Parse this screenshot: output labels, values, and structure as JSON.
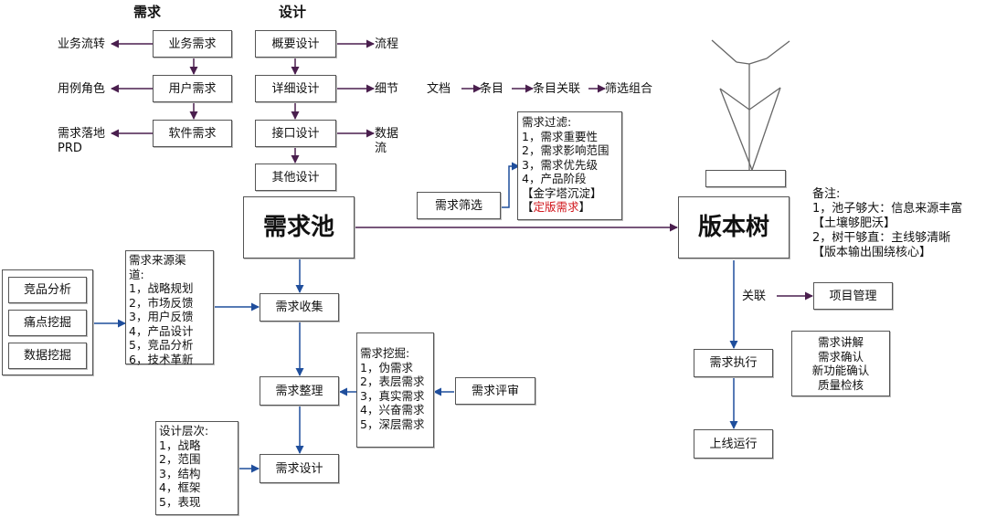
{
  "colors": {
    "arrow_blue": "#1f4e9c",
    "arrow_purple": "#4a1f4e",
    "highlight_red": "#d0141a"
  },
  "headers": {
    "demand": "需求",
    "design": "设计"
  },
  "demand_boxes": {
    "business": "业务需求",
    "user": "用户需求",
    "software": "软件需求"
  },
  "demand_labels": {
    "business_flow": "业务流转",
    "use_case": "用例角色",
    "landing": "需求落地",
    "prd": "PRD"
  },
  "design_boxes": {
    "overview": "概要设计",
    "detail": "详细设计",
    "interface": "接口设计",
    "other": "其他设计"
  },
  "design_labels": {
    "flow": "流程",
    "detail": "细节",
    "data": "数据",
    "stream": "流"
  },
  "doc_chain": {
    "doc": "文档",
    "item": "条目",
    "item_link": "条目关联",
    "filter_combo": "筛选组合"
  },
  "filter_list": {
    "title": "需求过滤:",
    "items": [
      "1，需求重要性",
      "2，需求影响范围",
      "3，需求优先级",
      "4，产品阶段"
    ],
    "note1": "【金字塔沉淀】",
    "note2_open": "【",
    "note2_red": "定版需求",
    "note2_close": "】"
  },
  "filter_box": "需求筛选",
  "pool": "需求池",
  "tree": "版本树",
  "remarks": {
    "title": "备注:",
    "line1": "1，池子够大：信息来源丰富",
    "line2": "【土壤够肥沃】",
    "line3": "2，树干够直：主线够清晰",
    "line4": "【版本输出围绕核心】"
  },
  "source_buttons": {
    "competitor": "竞品分析",
    "pain": "痛点挖掘",
    "data_mining": "数据挖掘"
  },
  "sources": {
    "title1": "需求来源渠",
    "title2": "道:",
    "items": [
      "1，战略规划",
      "2，市场反馈",
      "3，用户反馈",
      "4，产品设计",
      "5，竞品分析",
      "6，技术革新"
    ]
  },
  "collect": "需求收集",
  "organize": "需求整理",
  "design_demand": "需求设计",
  "review": "需求评审",
  "mining": {
    "title": "需求挖掘:",
    "items": [
      "1，伪需求",
      "2，表层需求",
      "3，真实需求",
      "4，兴奋需求",
      "5，深层需求"
    ]
  },
  "design_levels": {
    "title": "设计层次:",
    "items": [
      "1，战略",
      "2，范围",
      "3，结构",
      "4，框架",
      "5，表现"
    ]
  },
  "relation": "关联",
  "project": "项目管理",
  "execute": "需求执行",
  "online": "上线运行",
  "exec_notes": [
    "需求讲解",
    "需求确认",
    "新功能确认",
    "质量检核"
  ]
}
